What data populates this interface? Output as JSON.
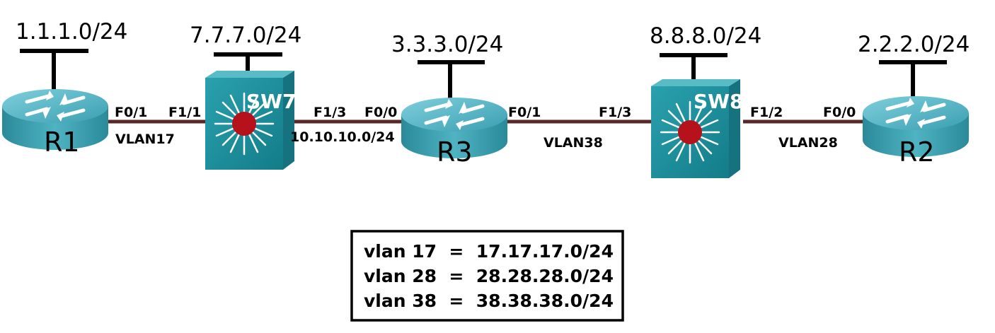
{
  "networks": {
    "r1_lan": "1.1.1.0/24",
    "sw7_lan": "7.7.7.0/24",
    "r3_lan": "3.3.3.0/24",
    "sw8_lan": "8.8.8.0/24",
    "r2_lan": "2.2.2.0/24"
  },
  "devices": {
    "r1": "R1",
    "sw7": "SW7",
    "r3": "R3",
    "sw8": "SW8",
    "r2": "R2"
  },
  "links": {
    "r1_sw7": {
      "left_port": "F0/1",
      "right_port": "F1/1",
      "label": "VLAN17"
    },
    "sw7_r3": {
      "left_port": "F1/3",
      "right_port": "F0/0",
      "label": "10.10.10.0/24"
    },
    "r3_sw8": {
      "left_port": "F0/1",
      "right_port": "F1/3",
      "label": "VLAN38"
    },
    "sw8_r2": {
      "left_port": "F1/2",
      "right_port": "F0/0",
      "label": "VLAN28"
    }
  },
  "legend": {
    "line1": "vlan 17  =  17.17.17.0/24",
    "line2": "vlan 28  =  28.28.28.0/24",
    "line3": "vlan 38  =  38.38.38.0/24"
  },
  "colors": {
    "link": "#5a2626",
    "router_top": "#5fb5c6",
    "router_side": "#2b8798",
    "switch_front": "#1f8e9c",
    "switch_top": "#3aa8b4",
    "switch_side": "#157380",
    "switch_hub": "#b5121b",
    "icon_arrow": "#ffffff"
  }
}
